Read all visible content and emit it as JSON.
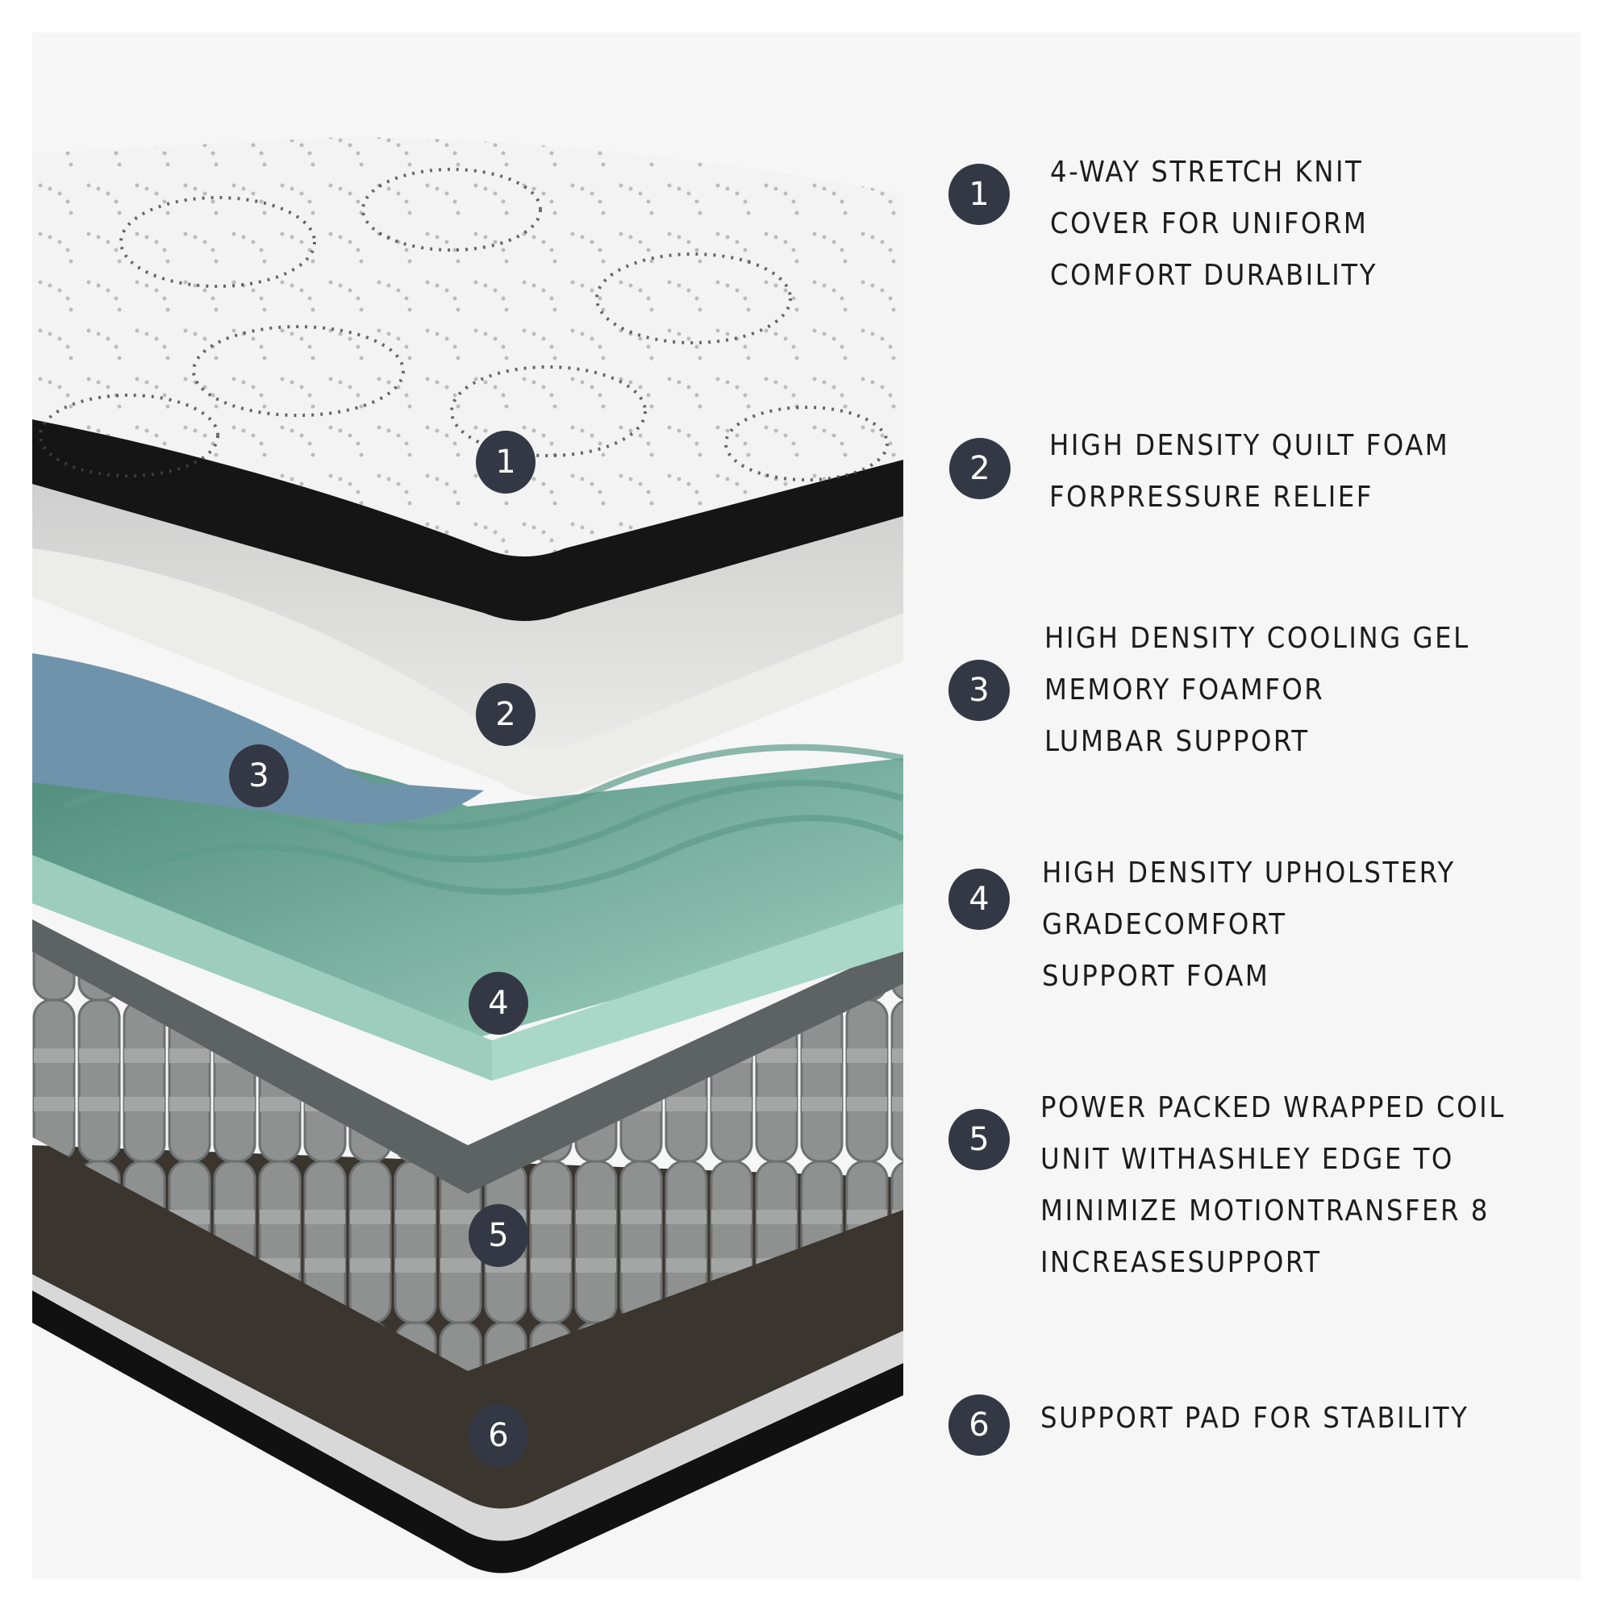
{
  "theme": {
    "badge_color": "#343844",
    "panel_background": "#f6f6f6",
    "text_color": "#1c1c1c",
    "layer_colors": {
      "cover_top": "#f2f2f2",
      "cover_border": "#151515",
      "quilt_foam": "#e4e4e2",
      "cooling_gel": "#6f93ab",
      "comfort_foam": "#7fb09f",
      "coils": "#7c7f7f",
      "support_pad": "#3a352f"
    }
  },
  "illustration": {
    "badges": [
      {
        "label": "1"
      },
      {
        "label": "2"
      },
      {
        "label": "3"
      },
      {
        "label": "4"
      },
      {
        "label": "5"
      },
      {
        "label": "6"
      }
    ]
  },
  "features": [
    {
      "number": "1",
      "lines": [
        "4-WAY STRETCH KNIT",
        "COVER FOR UNIFORM",
        "COMFORT DURABILITY"
      ]
    },
    {
      "number": "2",
      "lines": [
        "HIGH DENSITY QUILT FOAM",
        "FORPRESSURE RELIEF"
      ]
    },
    {
      "number": "3",
      "lines": [
        "HIGH DENSITY COOLING GEL",
        "MEMORY FOAMFOR",
        "LUMBAR SUPPORT"
      ]
    },
    {
      "number": "4",
      "lines": [
        "HIGH DENSITY UPHOLSTERY",
        "GRADECOMFORT",
        "SUPPORT FOAM"
      ]
    },
    {
      "number": "5",
      "lines": [
        "POWER PACKED WRAPPED COIL",
        "UNIT WITHASHLEY EDGE TO",
        "MINIMIZE MOTIONTRANSFER 8",
        "INCREASESUPPORT"
      ]
    },
    {
      "number": "6",
      "lines": [
        "SUPPORT PAD FOR STABILITY"
      ]
    }
  ]
}
